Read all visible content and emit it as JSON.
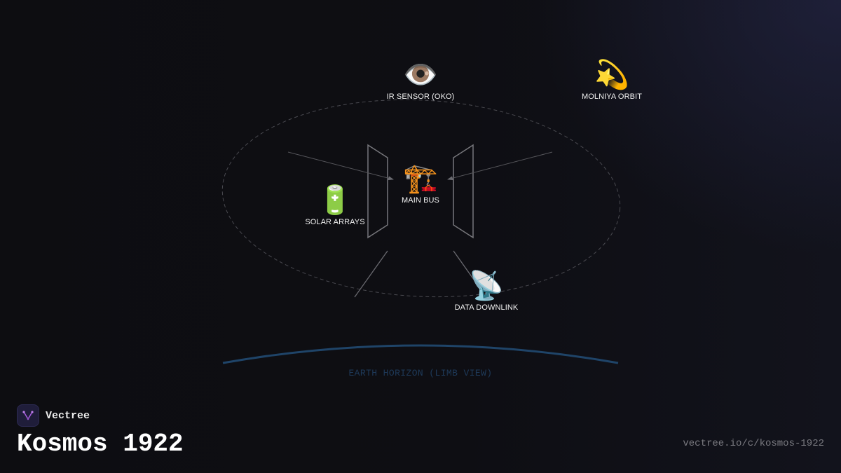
{
  "nodes": {
    "ir_sensor": {
      "icon": "eye-icon",
      "emoji": "👁️",
      "label": "IR SENSOR (OKO)"
    },
    "molniya_orbit": {
      "icon": "dizzy-star-icon",
      "emoji": "💫",
      "label": "MOLNIYA ORBIT"
    },
    "main_bus": {
      "icon": "construction-crane-icon",
      "emoji": "🏗️",
      "label": "MAIN BUS"
    },
    "solar_arrays": {
      "icon": "battery-icon",
      "emoji": "🔋",
      "label": "SOLAR ARRAYS"
    },
    "data_downlink": {
      "icon": "satellite-dish-icon",
      "emoji": "📡",
      "label": "DATA DOWNLINK"
    }
  },
  "horizon": {
    "label": "EARTH HORIZON (LIMB VIEW)",
    "color": "#1f4468"
  },
  "brand": {
    "name": "Vectree",
    "logo_color": "#a35bd8"
  },
  "title": "Kosmos 1922",
  "url": "vectree.io/c/kosmos-1922",
  "colors": {
    "background": "#0e0e12",
    "orbit_stroke": "#4a4a50",
    "structure_stroke": "#77777c"
  }
}
